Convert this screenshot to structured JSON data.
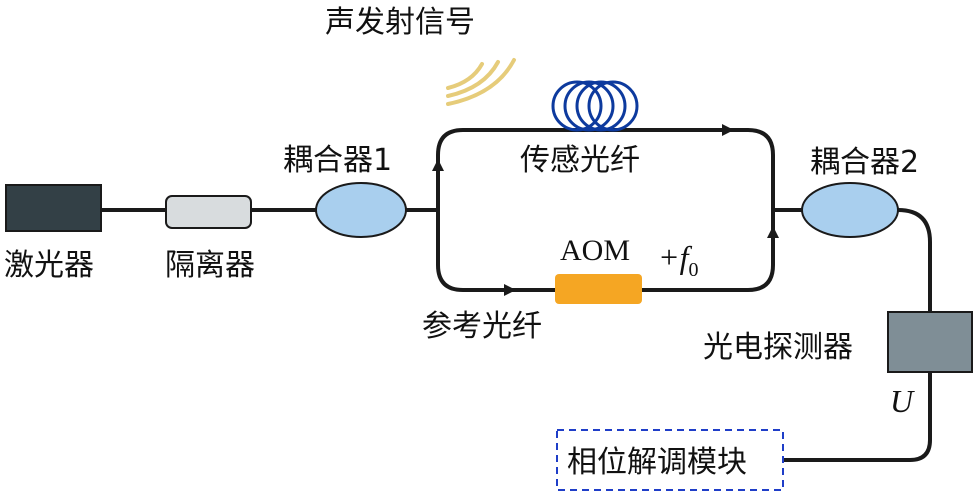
{
  "labels": {
    "laser": "激光器",
    "isolator": "隔离器",
    "coupler1": "耦合器1",
    "coupler2": "耦合器2",
    "acoustic_signal": "声发射信号",
    "sensing_fiber": "传感光纤",
    "reference_fiber": "参考光纤",
    "aom": "AOM",
    "freq_shift_sign": "+",
    "freq_shift_symbol": "f",
    "freq_shift_sub": "0",
    "photodetector": "光电探测器",
    "voltage": "U",
    "phase_demod": "相位解调模块"
  },
  "colors": {
    "laser_fill": "#334046",
    "isolator_fill": "#d8dcde",
    "coupler_fill": "#a9cfee",
    "aom_fill": "#f5a623",
    "detector_fill": "#7f8e96",
    "fiber_coil": "#0d3a9e",
    "acoustic_wave": "#e6cc7a",
    "dashed_box": "#1f3ec8"
  }
}
